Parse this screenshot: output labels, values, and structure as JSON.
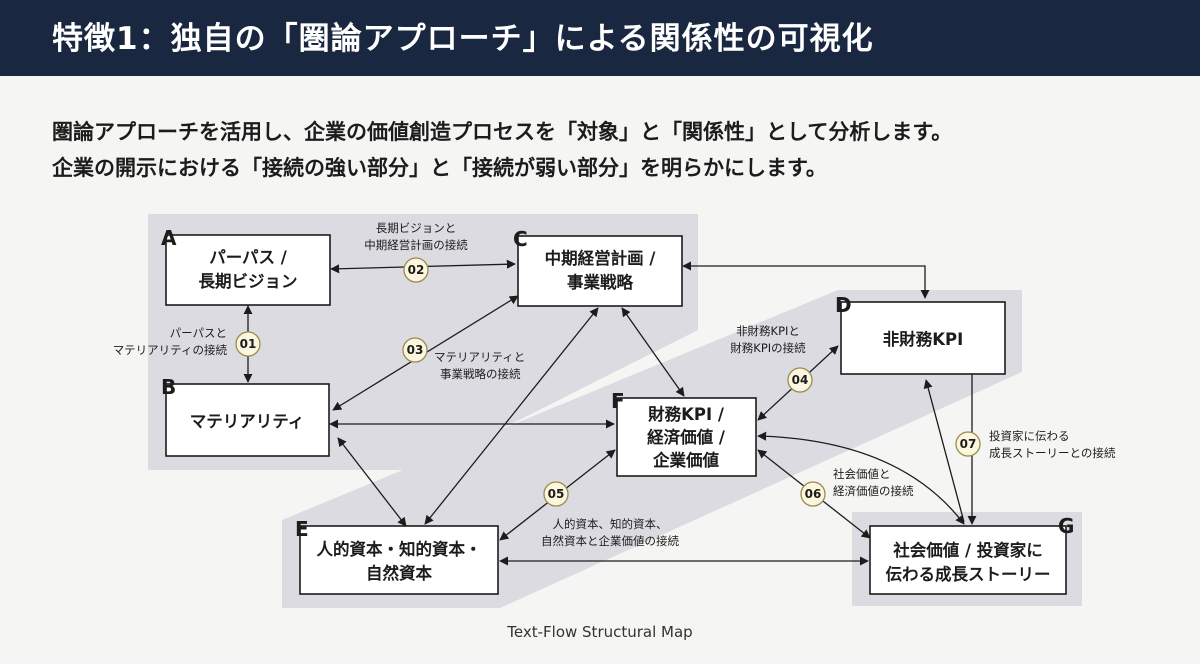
{
  "header": {
    "title": "特徴1：独自の「圏論アプローチ」による関係性の可視化"
  },
  "intro": {
    "line1": "圏論アプローチを活用し、企業の価値創造プロセスを「対象」と「関係性」として分析します。",
    "line2": "企業の開示における「接続の強い部分」と「接続が弱い部分」を明らかにします。"
  },
  "diagram": {
    "caption": "Text-Flow Structural Map",
    "nodes": {
      "A": {
        "letter": "A",
        "lines": [
          "パーパス /",
          "長期ビジョン"
        ]
      },
      "B": {
        "letter": "B",
        "lines": [
          "マテリアリティ"
        ]
      },
      "C": {
        "letter": "C",
        "lines": [
          "中期経営計画 /",
          "事業戦略"
        ]
      },
      "D": {
        "letter": "D",
        "lines": [
          "非財務KPI"
        ]
      },
      "E": {
        "letter": "E",
        "lines": [
          "人的資本・知的資本・",
          "自然資本"
        ]
      },
      "F": {
        "letter": "F",
        "lines": [
          "財務KPI /",
          "経済価値 /",
          "企業価値"
        ]
      },
      "G": {
        "letter": "G",
        "lines": [
          "社会価値 / 投資家に",
          "伝わる成長ストーリー"
        ]
      }
    },
    "connections": [
      {
        "id": "01",
        "lines": [
          "パーパスと",
          "マテリアリティの接続"
        ]
      },
      {
        "id": "02",
        "lines": [
          "長期ビジョンと",
          "中期経営計画の接続"
        ]
      },
      {
        "id": "03",
        "lines": [
          "マテリアリティと",
          "事業戦略の接続"
        ]
      },
      {
        "id": "04",
        "lines": [
          "非財務KPIと",
          "財務KPIの接続"
        ]
      },
      {
        "id": "05",
        "lines": [
          "人的資本、知的資本、",
          "自然資本と企業価値の接続"
        ]
      },
      {
        "id": "06",
        "lines": [
          "社会価値と",
          "経済価値の接続"
        ]
      },
      {
        "id": "07",
        "lines": [
          "投資家に伝わる",
          "成長ストーリーとの接続"
        ]
      }
    ]
  },
  "colors": {
    "header_bg": "#1a2740",
    "band": "#d9d8de",
    "node_border": "#1c1c1c",
    "badge_fill": "#fdf6df",
    "badge_border": "#9a8a52"
  }
}
